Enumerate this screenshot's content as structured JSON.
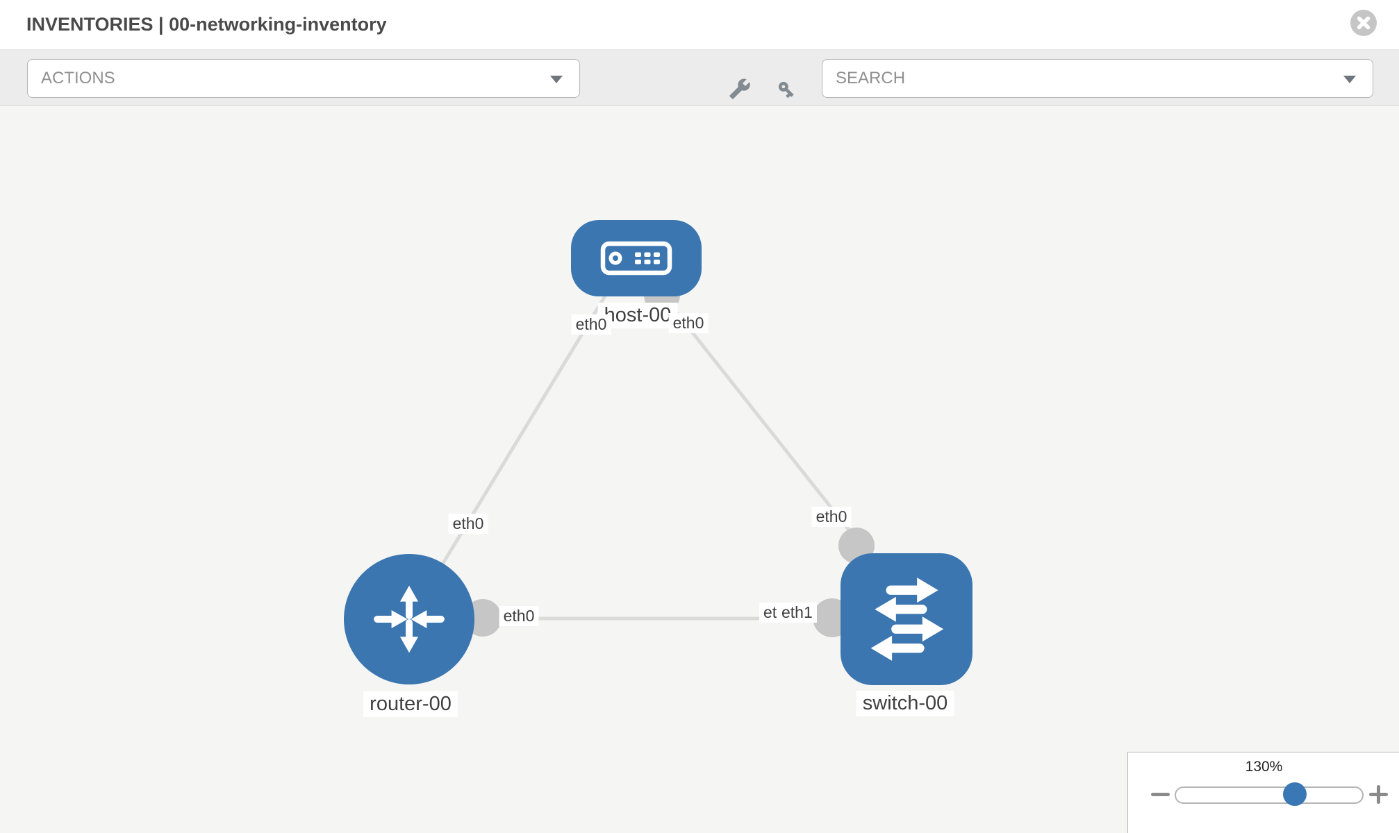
{
  "header": {
    "title": "INVENTORIES | 00-networking-inventory"
  },
  "toolbar": {
    "actions_label": "ACTIONS",
    "search_placeholder": "SEARCH",
    "icons": [
      "wrench-icon",
      "key-icon"
    ]
  },
  "topology": {
    "nodes": [
      {
        "label": "host-00",
        "type": "host"
      },
      {
        "label": "router-00",
        "type": "router"
      },
      {
        "label": "switch-00",
        "type": "switch"
      }
    ],
    "links": [
      {
        "source": "host-00",
        "source_interface": "eth0",
        "target": "router-00",
        "target_interface": "eth0"
      },
      {
        "source": "host-00",
        "source_interface": "eth0",
        "target": "switch-00",
        "target_interface": "eth0"
      },
      {
        "source": "router-00",
        "source_interface": "eth0",
        "target": "switch-00",
        "target_interface": "eth1"
      }
    ],
    "labels": {
      "host": "host-00",
      "router": "router-00",
      "switch": "switch-00",
      "host_if_left": "eth0",
      "host_if_right": "eth0",
      "link_host_router_if": "eth0",
      "link_host_switch_if": "eth0",
      "router_if": "eth0",
      "switch_if_hidden": "eth0",
      "switch_if": "eth1"
    }
  },
  "zoom_control": {
    "level": "130%"
  },
  "colors": {
    "node_blue": "#3b76b0",
    "link_gray": "#dadada",
    "interface_gray": "#c6c6c6",
    "toolbar_gray": "#ececec",
    "canvas_gray": "#f5f5f4",
    "slider_knob_blue": "#3978b5"
  }
}
